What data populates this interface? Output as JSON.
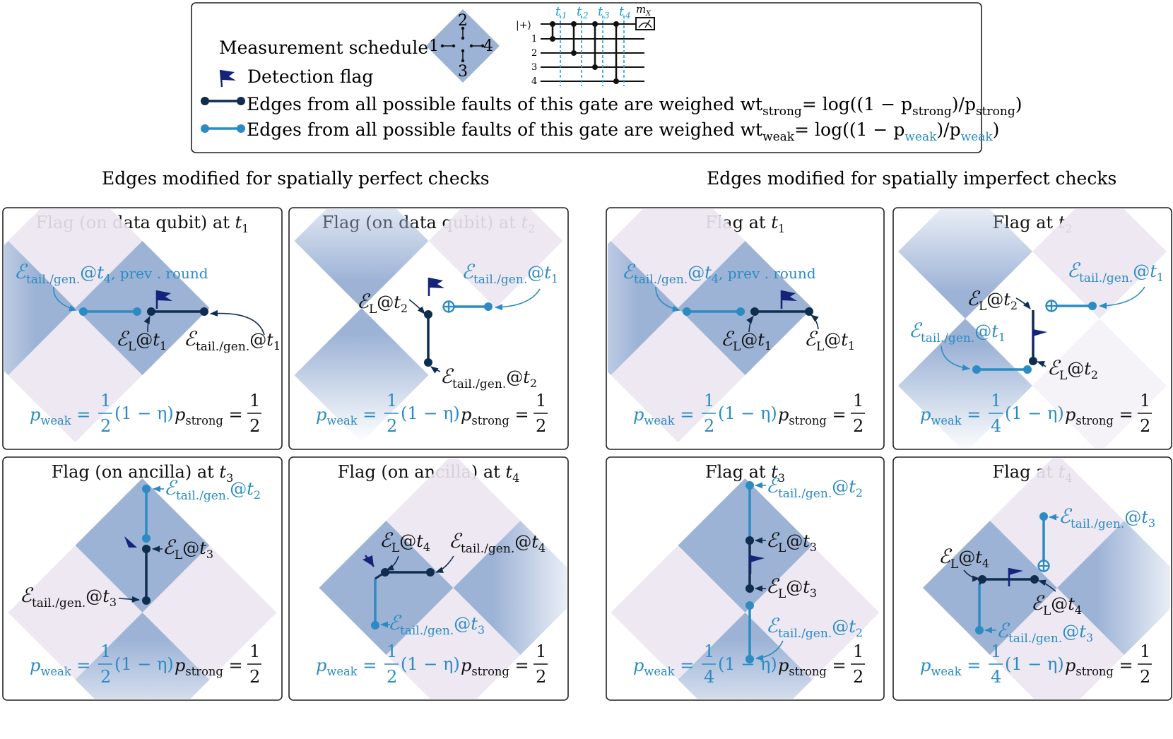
{
  "legend": {
    "schedule_label": "Measurement schedule",
    "schedule_nodes": [
      "1",
      "2",
      "3",
      "4"
    ],
    "flag_label": "Detection flag",
    "strong_prefix": "Edges from all possible faults of this gate are weighed wt",
    "strong_sub": "strong",
    "strong_formula": "= log((1 − p",
    "strong_formula_sub": "strong",
    "strong_formula_mid": ")/p",
    "strong_formula_sub2": "strong",
    "strong_formula_end": ")",
    "weak_prefix": "Edges from all possible faults of this gate are weighed wt",
    "weak_sub": "weak",
    "weak_formula": "= log((1 − p",
    "weak_formula_sub": "weak",
    "weak_formula_mid": ")/p",
    "weak_formula_sub2": "weak",
    "weak_formula_end": ")"
  },
  "circuit": {
    "input": "|+⟩",
    "qubits": [
      "1",
      "2",
      "3",
      "4"
    ],
    "times": [
      "t",
      "t",
      "t",
      "t"
    ],
    "time_subs": [
      "1",
      "2",
      "3",
      "4"
    ],
    "measure": "m",
    "measure_sub": "X"
  },
  "sections": {
    "left": "Edges modified for spatially perfect checks",
    "right": "Edges modified for spatially imperfect checks"
  },
  "panels": [
    {
      "title": "Flag (on data qubit) at t",
      "title_sub": "1",
      "pweak": "1",
      "pweak_den": "2",
      "pweak_tail": "(1 − η)",
      "pstrong": "1",
      "pstrong_den": "2"
    },
    {
      "title": "Flag (on data qubit) at t",
      "title_sub": "2",
      "pweak": "1",
      "pweak_den": "2",
      "pweak_tail": "(1 − η)",
      "pstrong": "1",
      "pstrong_den": "2"
    },
    {
      "title": "Flag at  t",
      "title_sub": "1",
      "pweak": "1",
      "pweak_den": "2",
      "pweak_tail": "(1 − η)",
      "pstrong": "1",
      "pstrong_den": "2"
    },
    {
      "title": "Flag at  t",
      "title_sub": "2",
      "pweak": "1",
      "pweak_den": "4",
      "pweak_tail": "(1 − η)",
      "pstrong": "1",
      "pstrong_den": "2"
    },
    {
      "title": "Flag (on ancilla) at t",
      "title_sub": "3",
      "pweak": "1",
      "pweak_den": "2",
      "pweak_tail": "(1 − η)",
      "pstrong": "1",
      "pstrong_den": "2"
    },
    {
      "title": "Flag (on ancilla) at t",
      "title_sub": "4",
      "pweak": "1",
      "pweak_den": "2",
      "pweak_tail": "(1 − η)",
      "pstrong": "1",
      "pstrong_den": "2"
    },
    {
      "title": "Flag at t",
      "title_sub": "3",
      "pweak": "1",
      "pweak_den": "4",
      "pweak_tail": "(1 − η)",
      "pstrong": "1",
      "pstrong_den": "2"
    },
    {
      "title": "Flag at t",
      "title_sub": "4",
      "pweak": "1",
      "pweak_den": "4",
      "pweak_tail": "(1 − η)",
      "pstrong": "1",
      "pstrong_den": "2"
    }
  ],
  "labels": {
    "E": "ℰ",
    "L": "L",
    "tailgen": "tail./gen.",
    "at": "@",
    "t": "t",
    "prev_round": ", prev . round",
    "p": "p",
    "weak": "weak",
    "strong": "strong",
    "eq": "="
  },
  "colors": {
    "strong": "#0f2d4e",
    "weak": "#2b8bc2",
    "dark_square": "#9db3d6",
    "light_square": "#ece6f2",
    "flag": "#16237a",
    "time_line": "#1aa0e0"
  }
}
